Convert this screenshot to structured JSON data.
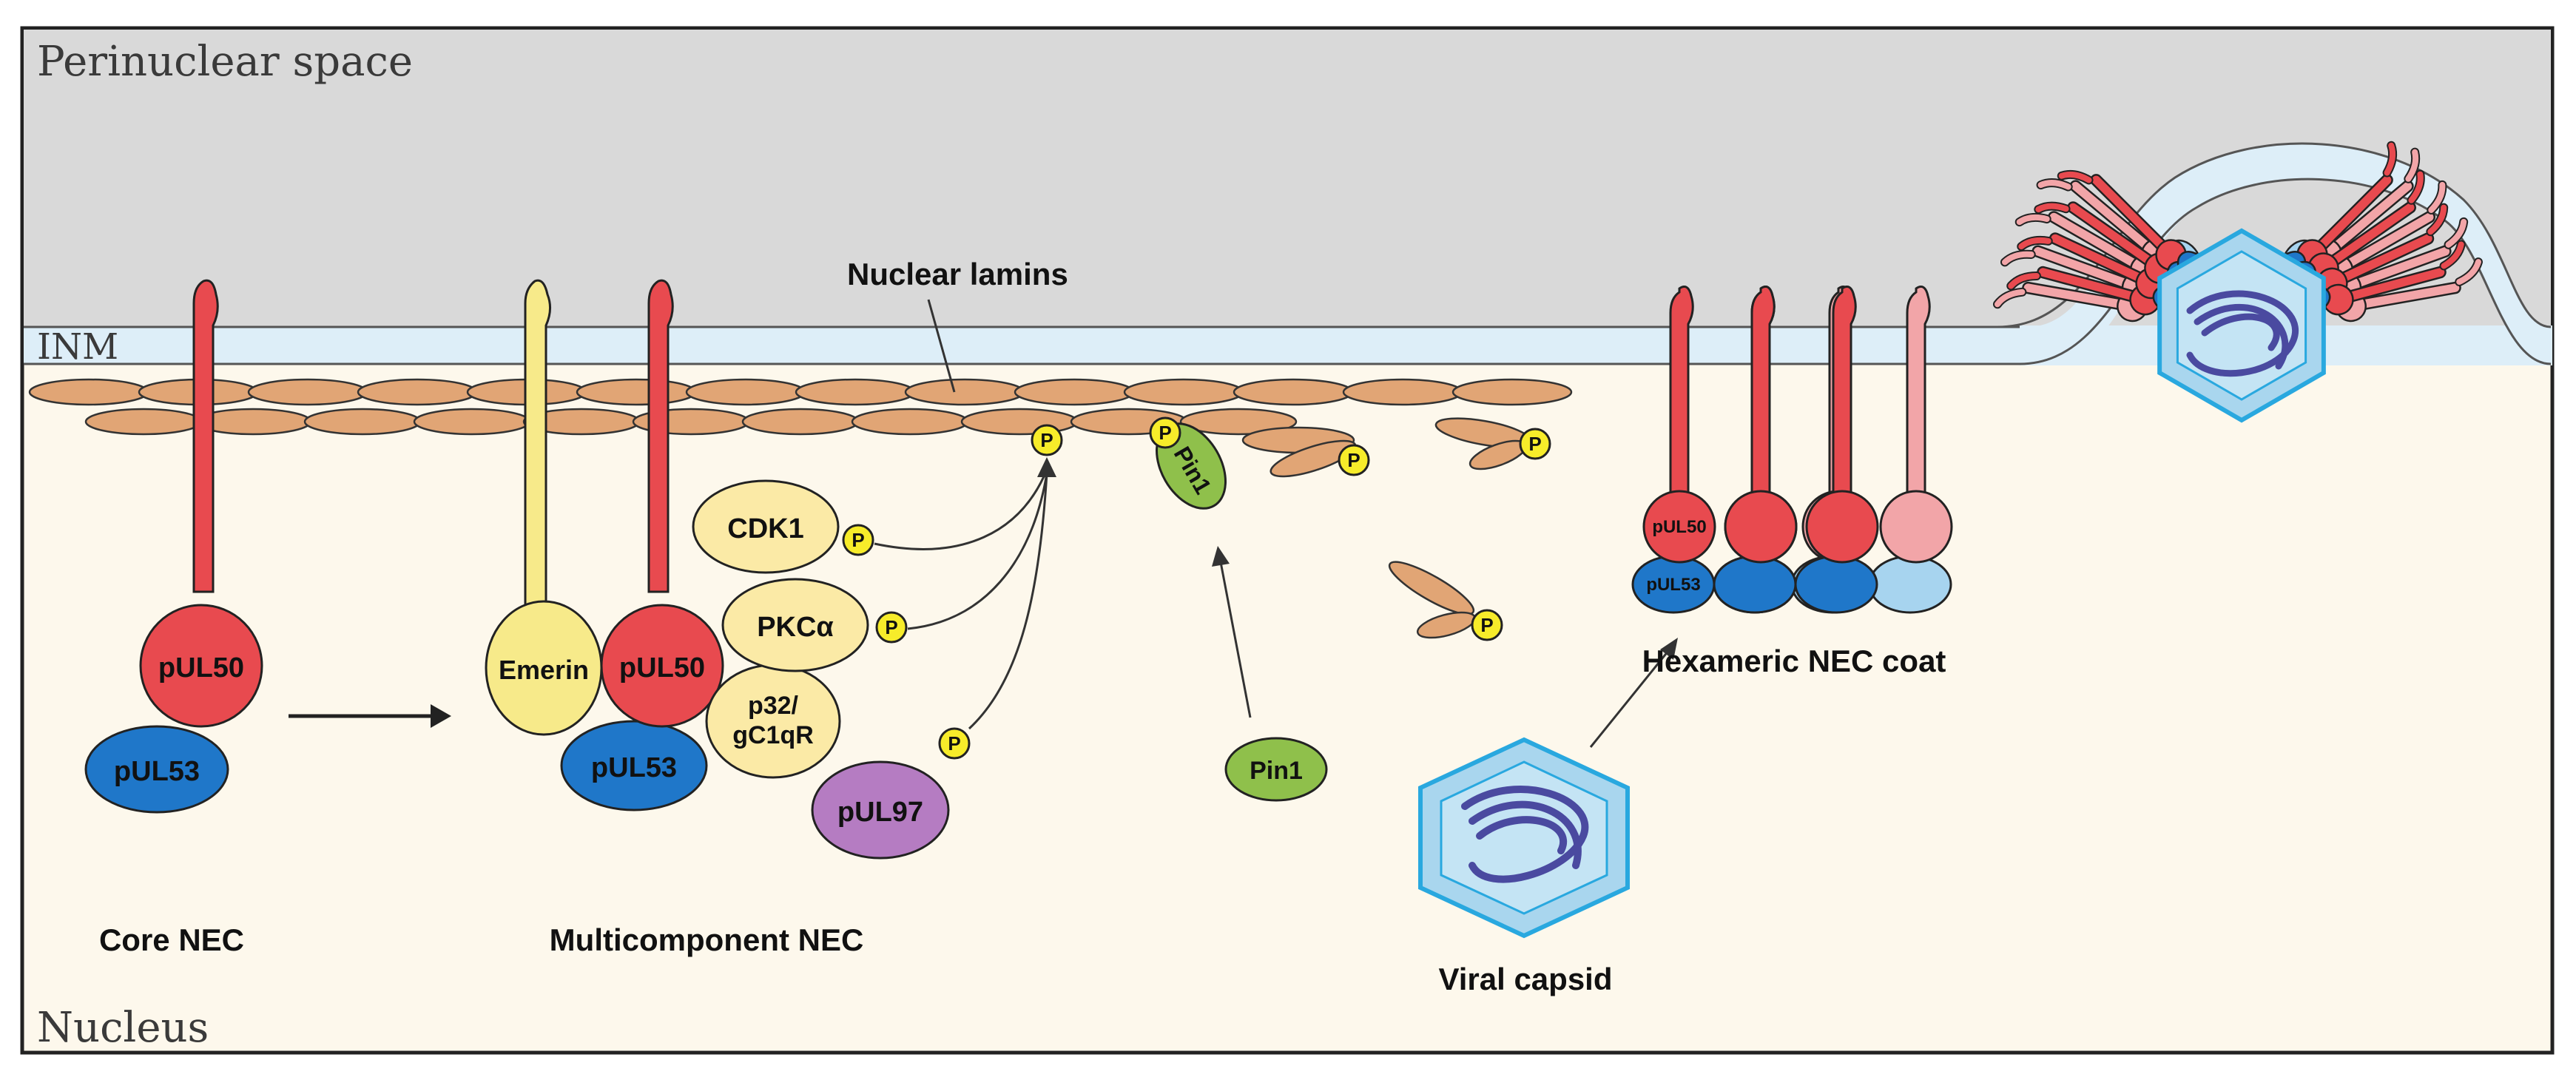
{
  "regions": {
    "perinuclear": "Perinuclear space",
    "inm": "INM",
    "nucleus": "Nucleus"
  },
  "labels": {
    "nuclear_lamins": "Nuclear lamins",
    "core_nec": "Core NEC",
    "multicomponent_nec": "Multicomponent NEC",
    "hexameric_nec_coat": "Hexameric NEC coat",
    "viral_capsid": "Viral capsid"
  },
  "proteins": {
    "pul50": "pUL50",
    "pul53": "pUL53",
    "emerin": "Emerin",
    "cdk1": "CDK1",
    "pkca": "PKCα",
    "p32_line1": "p32/",
    "p32_line2": "gC1qR",
    "pul97": "pUL97",
    "pin1": "Pin1",
    "phospho": "P"
  },
  "colors": {
    "perinuclear": "#d9d9d9",
    "inm": "#ddeef8",
    "nucleus": "#fdf8ec",
    "lamin": "#e1a575",
    "pul50": "#e84a4f",
    "pul50_light": "#f2a5a8",
    "pul53": "#1f77c9",
    "pul53_light": "#a7d4ef",
    "emerin": "#f7ea8a",
    "kinase": "#fbeaa6",
    "pul97": "#b57cc2",
    "pin1": "#8fc04b",
    "phospho": "#f7ec2a",
    "capsid": "#a9d6ee",
    "capsid_edge": "#29a8df",
    "genome": "#4a4aa0"
  }
}
